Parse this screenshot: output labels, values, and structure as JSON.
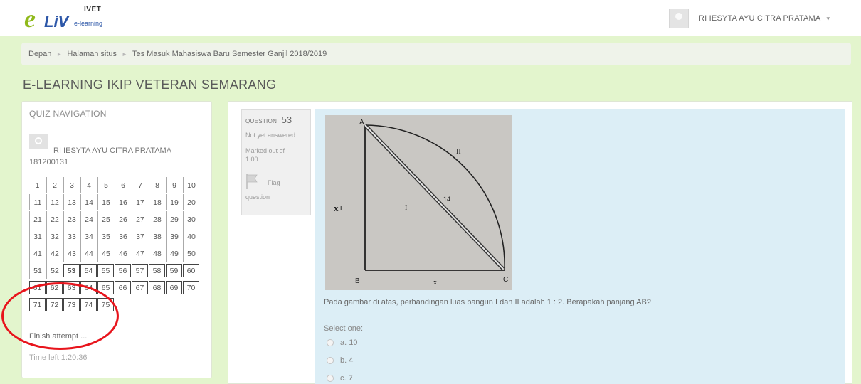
{
  "header": {
    "logo_e": "e",
    "logo_liv": "LiV",
    "logo_ivet": "IVET",
    "logo_sub": "e-learning",
    "user_name": "RI IESYTA AYU CITRA PRATAMA",
    "caret": "▾"
  },
  "breadcrumb": {
    "items": [
      "Depan",
      "Halaman situs",
      "Tes Masuk Mahasiswa Baru Semester Ganjil 2018/2019"
    ],
    "separator": "►"
  },
  "site_title": "E-LEARNING IKIP VETERAN SEMARANG",
  "quiz_nav": {
    "title": "QUIZ NAVIGATION",
    "user_name": "RI IESYTA AYU CITRA PRATAMA",
    "user_id": "181200131",
    "questions": [
      "1",
      "2",
      "3",
      "4",
      "5",
      "6",
      "7",
      "8",
      "9",
      "10",
      "11",
      "12",
      "13",
      "14",
      "15",
      "16",
      "17",
      "18",
      "19",
      "20",
      "21",
      "22",
      "23",
      "24",
      "25",
      "26",
      "27",
      "28",
      "29",
      "30",
      "31",
      "32",
      "33",
      "34",
      "35",
      "36",
      "37",
      "38",
      "39",
      "40",
      "41",
      "42",
      "43",
      "44",
      "45",
      "46",
      "47",
      "48",
      "49",
      "50",
      "51",
      "52",
      "53",
      "54",
      "55",
      "56",
      "57",
      "58",
      "59",
      "60",
      "61",
      "62",
      "63",
      "64",
      "65",
      "66",
      "67",
      "68",
      "69",
      "70",
      "71",
      "72",
      "73",
      "74",
      "75"
    ],
    "current_question": "53",
    "finish_label": "Finish attempt ...",
    "timer": "Time left 1:20:36"
  },
  "question_info": {
    "label": "QUESTION",
    "number": "53",
    "state": "Not yet answered",
    "mark_line1": "Marked out of",
    "mark_line2": "1,00",
    "flag_label": "Flag",
    "flag_label2": "question"
  },
  "figure_labels": {
    "a": "A",
    "b": "B",
    "c": "C",
    "region_1": "I",
    "region_2": "II",
    "diagonal": "14",
    "left_side": "x+",
    "bottom_side": "x"
  },
  "question_text": "Pada gambar di atas, perbandingan luas bangun I dan II adalah 1 : 2. Berapakah panjang AB?",
  "select_label": "Select one:",
  "options": [
    "a. 10",
    "b. 4",
    "c. 7"
  ],
  "colors": {
    "green_bg": "#e3f5cd",
    "question_bg": "#dceef6",
    "highlight_ellipse": "#e8141c",
    "logo_green": "#8fb91a",
    "logo_blue": "#2d57a8"
  }
}
